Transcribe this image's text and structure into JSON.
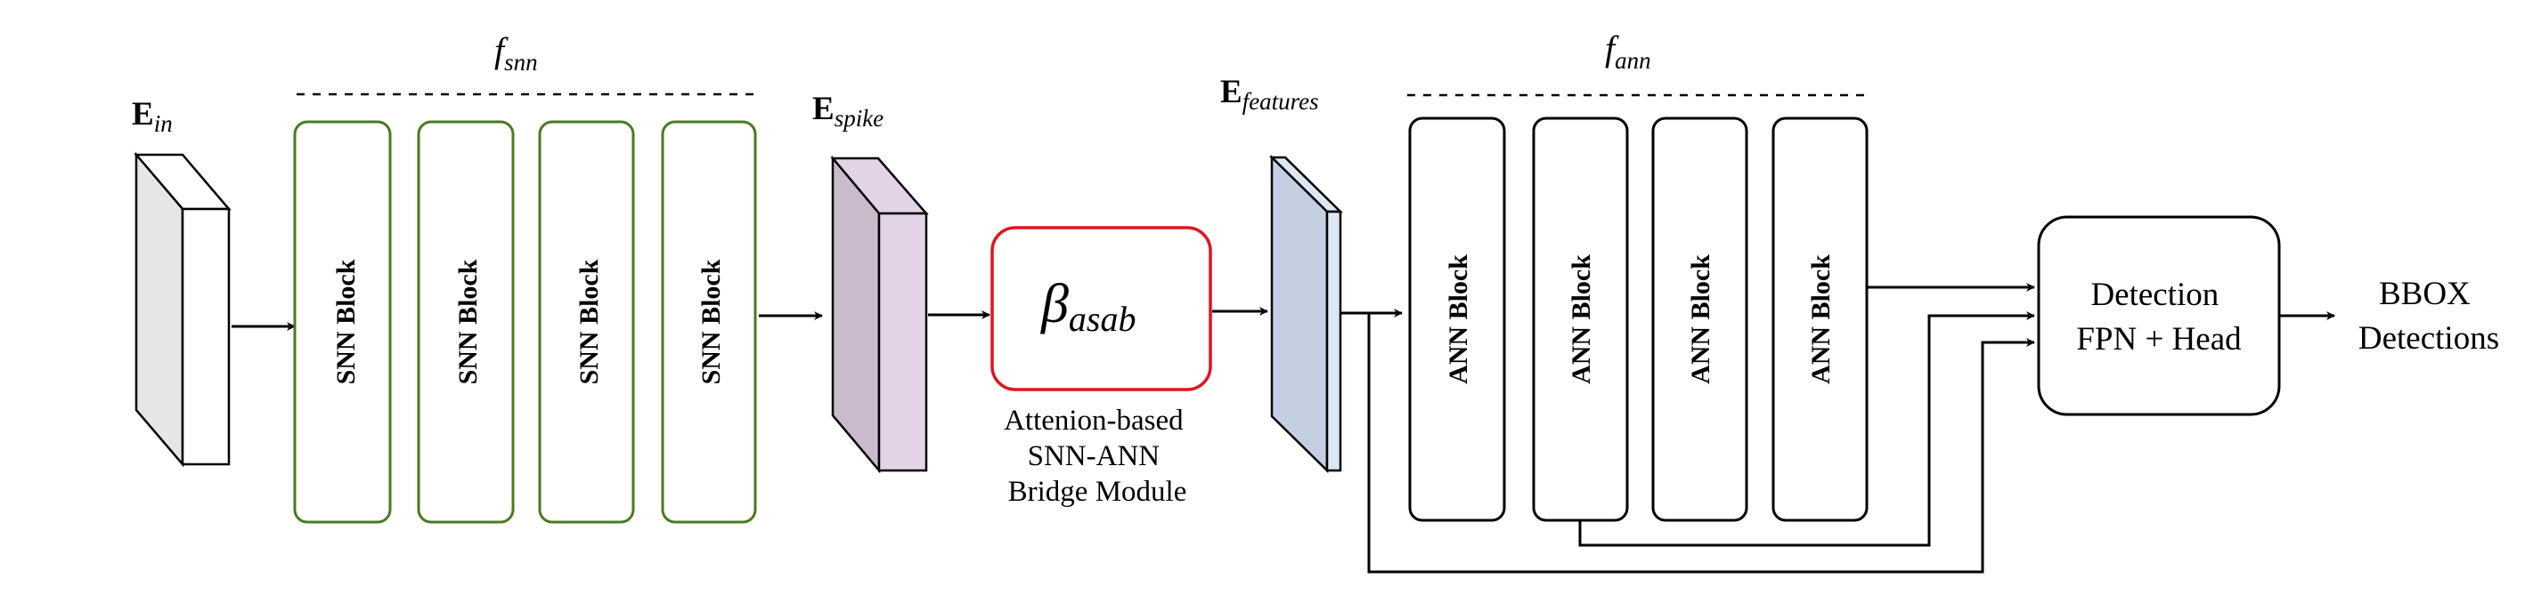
{
  "labels": {
    "e_in_main": "E",
    "e_in_sub": "in",
    "f_snn_main": "f",
    "f_snn_sub": "snn",
    "e_spike_main": "E",
    "e_spike_sub": "spike",
    "e_features_main": "E",
    "e_features_sub": "features",
    "f_ann_main": "f",
    "f_ann_sub": "ann",
    "beta_main": "β",
    "beta_sub": "asab",
    "bridge_caption": [
      "Attenion-based",
      "SNN-ANN",
      "Bridge Module"
    ],
    "detection": [
      "Detection",
      "FPN + Head"
    ],
    "output": [
      "BBOX",
      "Detections"
    ]
  },
  "snn_blocks": [
    "SNN Block",
    "SNN Block",
    "SNN Block",
    "SNN Block"
  ],
  "ann_blocks": [
    "ANN Block",
    "ANN Block",
    "ANN Block",
    "ANN Block"
  ],
  "colors": {
    "snn_border": "#4a7a1e",
    "bridge_border": "#e0141c",
    "e_in_face": "#e6e6e6",
    "e_in_side": "#ffffff",
    "e_spike_face": "#c9bacc",
    "e_spike_side": "#e2d4e6",
    "e_features_face": "#c4d0e2",
    "e_features_side": "#dde6f2",
    "stroke": "#000000"
  }
}
